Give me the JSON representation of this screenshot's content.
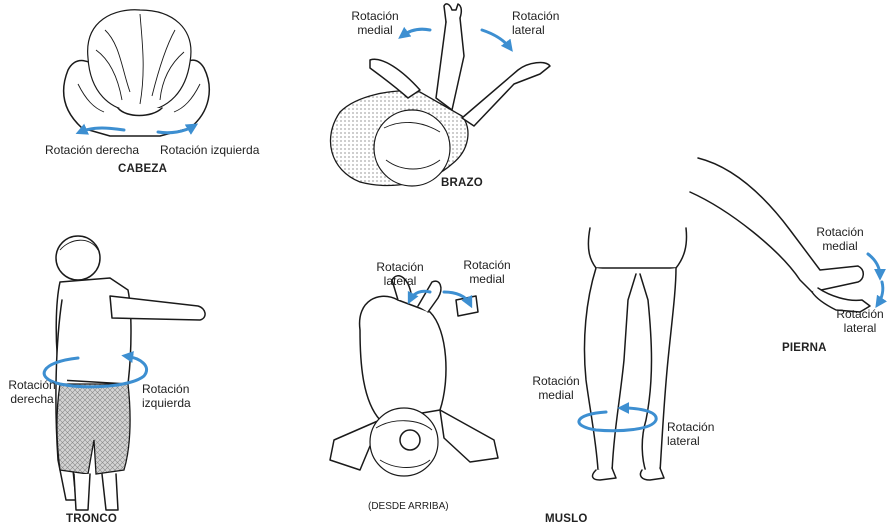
{
  "accent_color": "#3d8fd1",
  "labels": {
    "cabeza": {
      "title": "CABEZA",
      "left": "Rotación derecha",
      "right": "Rotación izquierda"
    },
    "brazo": {
      "title": "BRAZO",
      "medial_1": "Rotación",
      "medial_2": "medial",
      "lateral_1": "Rotación",
      "lateral_2": "lateral"
    },
    "tronco": {
      "title": "TRONCO",
      "left_1": "Rotación",
      "left_2": "derecha",
      "right_1": "Rotación",
      "right_2": "izquierda"
    },
    "desde_arriba": {
      "caption": "(DESDE ARRIBA)",
      "lateral_1": "Rotación",
      "lateral_2": "lateral",
      "medial_1": "Rotación",
      "medial_2": "medial"
    },
    "muslo": {
      "title": "MUSLO",
      "medial_1": "Rotación",
      "medial_2": "medial",
      "lateral_1": "Rotación",
      "lateral_2": "lateral"
    },
    "pierna": {
      "title": "PIERNA",
      "medial_1": "Rotación",
      "medial_2": "medial",
      "lateral_1": "Rotación",
      "lateral_2": "lateral"
    }
  }
}
